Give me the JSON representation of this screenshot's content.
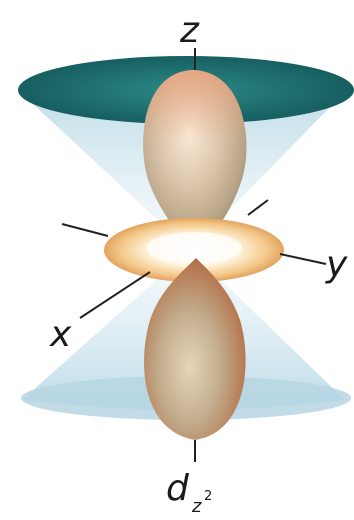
{
  "diagram": {
    "axes": {
      "z": "z",
      "x": "x",
      "y": "y"
    },
    "orbital_label": {
      "main": "d",
      "subscript": "z",
      "superscript": "2"
    },
    "colors": {
      "cone_fill": "#cfe6f0",
      "top_cap": "#1f6e6e",
      "lobe_light": "#f2dcc2",
      "lobe_dark": "#b56a46",
      "ring_light": "#fff3d8",
      "ring_dark": "#e6a45a",
      "axis_line": "#222222"
    }
  }
}
